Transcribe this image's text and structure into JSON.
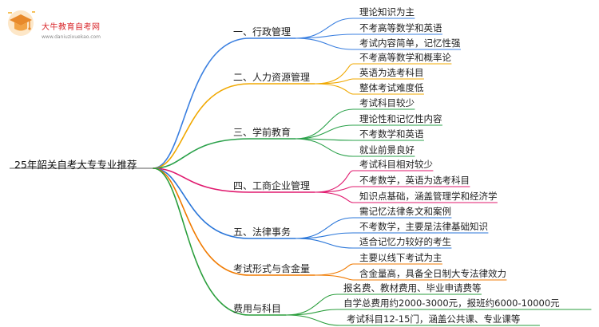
{
  "brand": {
    "name": "大牛教育自考网",
    "url": "www.daniuzixuekao.com"
  },
  "root": {
    "label": "25年韶关自考大专专业推荐"
  },
  "branches": [
    {
      "label": "一、行政管理",
      "color": "#3a7fe0",
      "items": [
        "理论知识为主",
        "不考高等数学和英语",
        "考试内容简单，记忆性强"
      ]
    },
    {
      "label": "二、人力资源管理",
      "color": "#f0a800",
      "items": [
        "不考高等数学和概率论",
        "英语为选考科目",
        "整体考试难度低"
      ]
    },
    {
      "label": "三、学前教育",
      "color": "#2aa14a",
      "items": [
        "考试科目较少",
        "理论性和记忆性内容",
        "不考数学和英语",
        "就业前景良好"
      ]
    },
    {
      "label": "四、工商企业管理",
      "color": "#e0196e",
      "items": [
        "考试科目相对较少",
        "不考数学，英语为选考科目",
        "知识点基础，涵盖管理学和经济学"
      ]
    },
    {
      "label": "五、法律事务",
      "color": "#2a76d9",
      "items": [
        "需记忆法律条文和案例",
        "不考数学，主要是法律基础知识",
        "适合记忆力较好的考生"
      ]
    },
    {
      "label": "考试形式与含金量",
      "color": "#f07a00",
      "items": [
        "主要以线下考试为主",
        "含金量高，具备全日制大专法律效力"
      ]
    },
    {
      "label": "费用与科目",
      "color": "#2a9e3c",
      "items": [
        "报名费、教材费用、毕业申请费等",
        "自学总费用约2000-3000元，报班约6000-10000元",
        "考试科目12-15门，涵盖公共课、专业课等"
      ]
    }
  ]
}
